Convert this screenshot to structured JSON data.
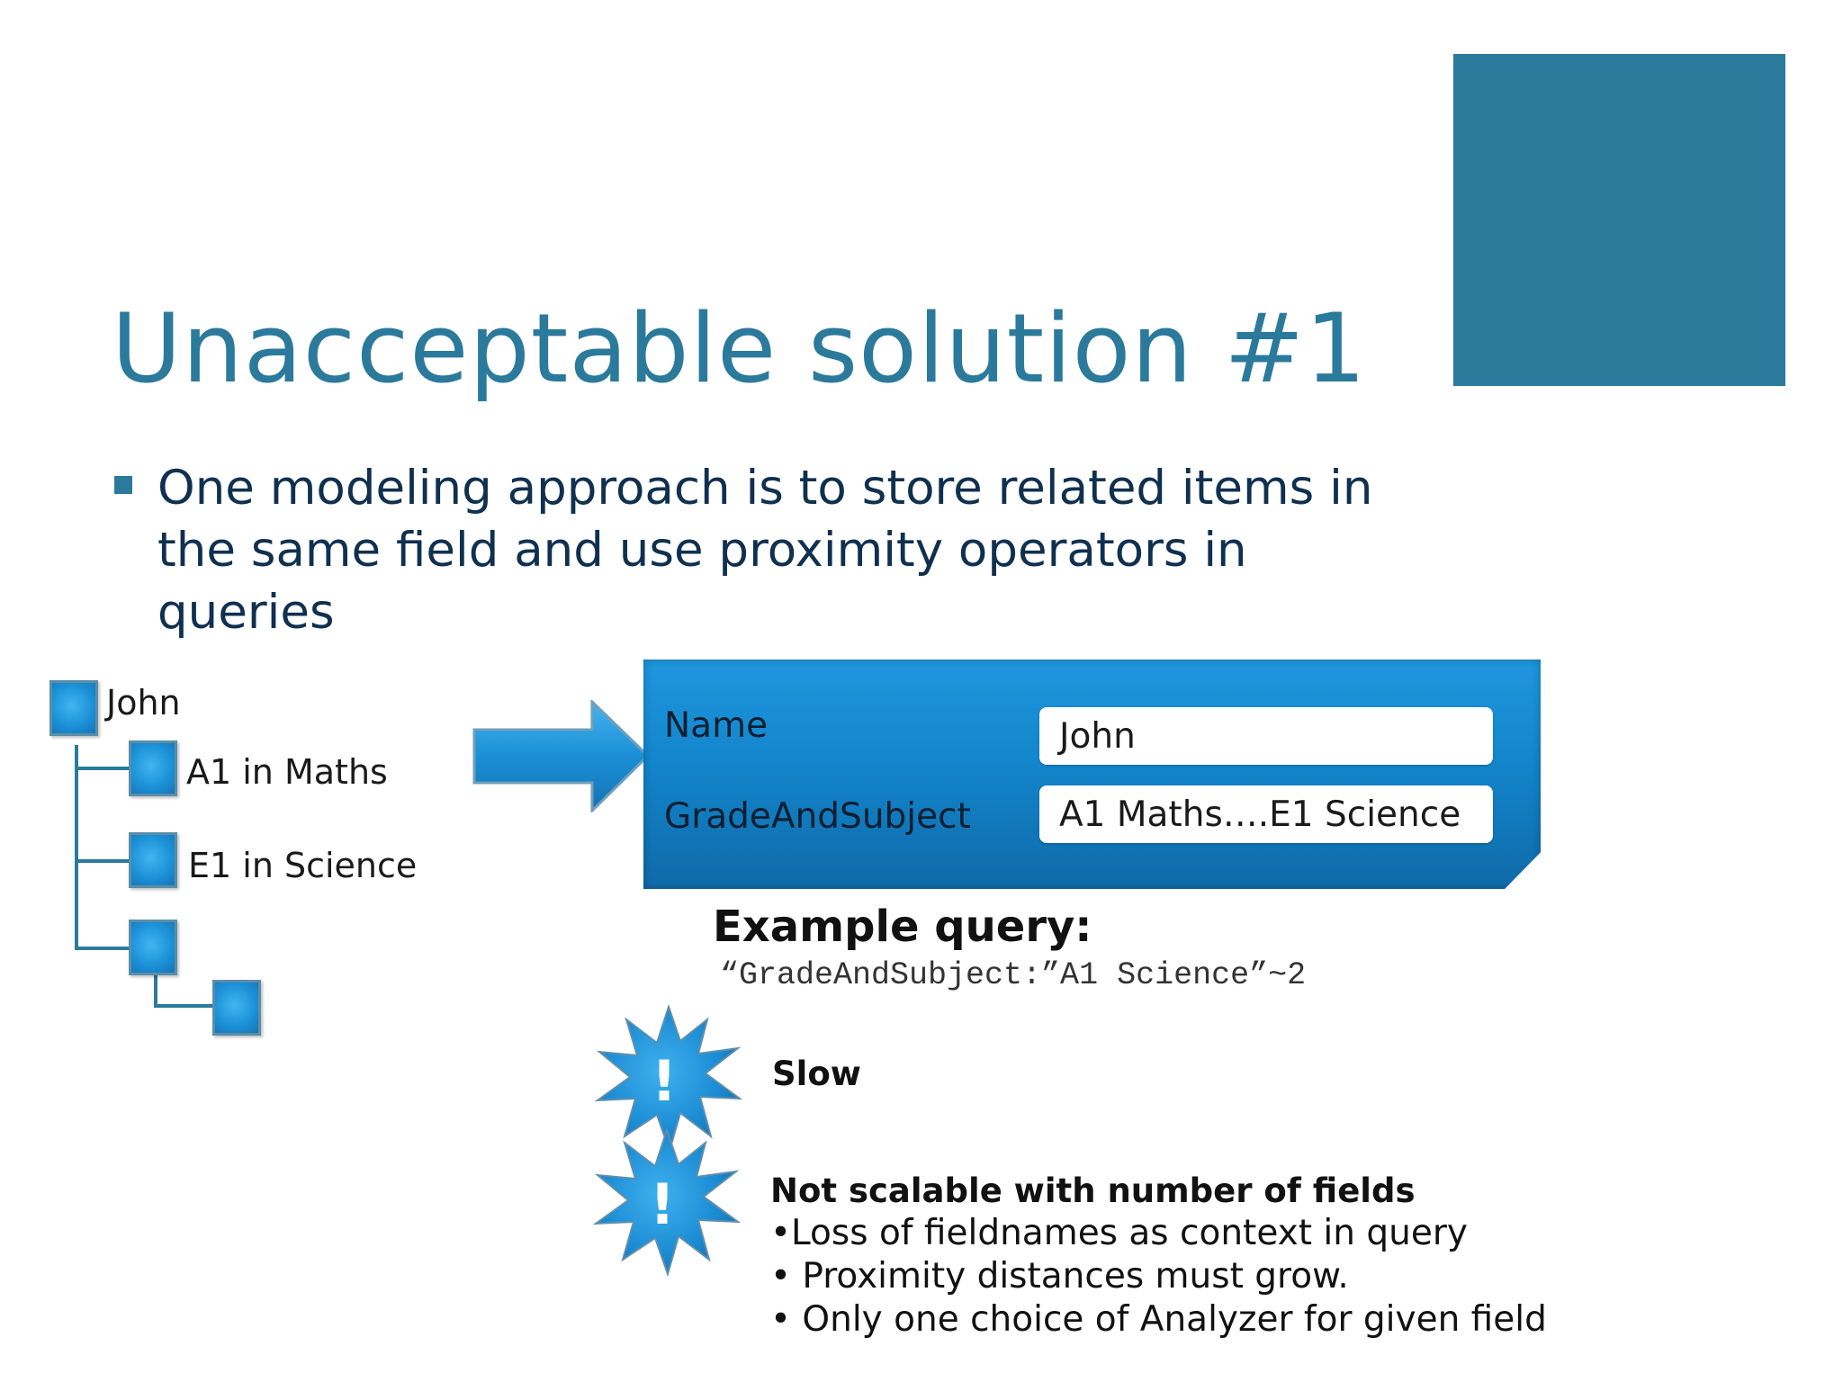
{
  "slide": {
    "title": "Unacceptable solution #1",
    "bullet": "One modeling approach is to store related items in the same field and use proximity operators in queries"
  },
  "tree": {
    "root_label": "John",
    "child1_label": "A1 in Maths",
    "child2_label": "E1 in Science"
  },
  "document": {
    "fields": [
      {
        "label": "Name",
        "value": "John"
      },
      {
        "label": "GradeAndSubject",
        "value": "A1 Maths….E1 Science"
      }
    ]
  },
  "example": {
    "heading": "Example query:",
    "query": "“GradeAndSubject:”A1 Science”~2"
  },
  "notes": {
    "slow_title": "Slow",
    "scalable_title": "Not scalable with number of fields",
    "scalable_points": [
      "•Loss of fieldnames as context in query",
      "• Proximity distances must grow.",
      "• Only one choice of Analyzer for given field"
    ],
    "burst_symbol": "!"
  },
  "colors": {
    "accent": "#2b7a9c",
    "text_dark": "#10304f",
    "doc_blue": "#1385cc"
  }
}
